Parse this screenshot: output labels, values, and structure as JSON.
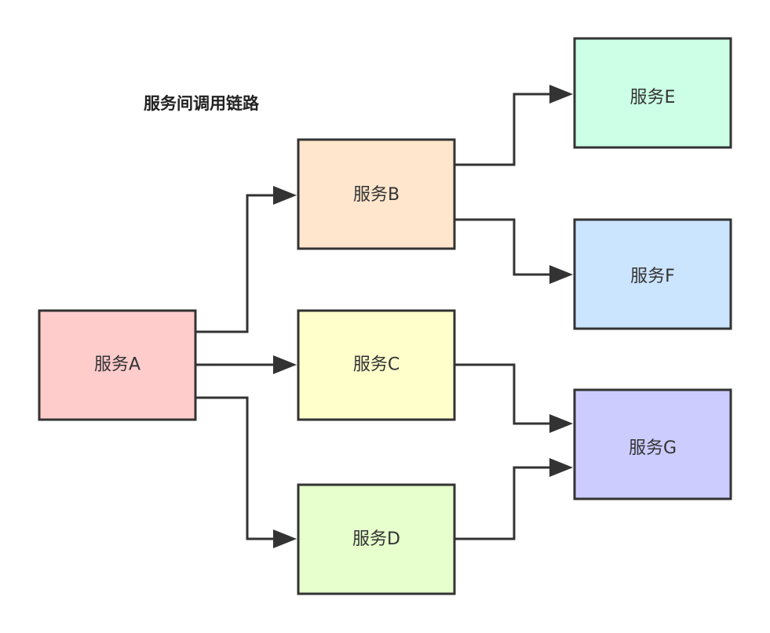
{
  "title": "服务间调用链路",
  "nodes": [
    {
      "id": "A",
      "label": "服务A",
      "color": "#ffcccc"
    },
    {
      "id": "B",
      "label": "服务B",
      "color": "#ffe6cc"
    },
    {
      "id": "C",
      "label": "服务C",
      "color": "#ffffcc"
    },
    {
      "id": "D",
      "label": "服务D",
      "color": "#e6ffcc"
    },
    {
      "id": "E",
      "label": "服务E",
      "color": "#ccffe6"
    },
    {
      "id": "F",
      "label": "服务F",
      "color": "#cce5ff"
    },
    {
      "id": "G",
      "label": "服务G",
      "color": "#ccccff"
    }
  ],
  "edges": [
    {
      "from": "A",
      "to": "B"
    },
    {
      "from": "A",
      "to": "C"
    },
    {
      "from": "A",
      "to": "D"
    },
    {
      "from": "B",
      "to": "E"
    },
    {
      "from": "B",
      "to": "F"
    },
    {
      "from": "C",
      "to": "G"
    },
    {
      "from": "D",
      "to": "G"
    }
  ]
}
